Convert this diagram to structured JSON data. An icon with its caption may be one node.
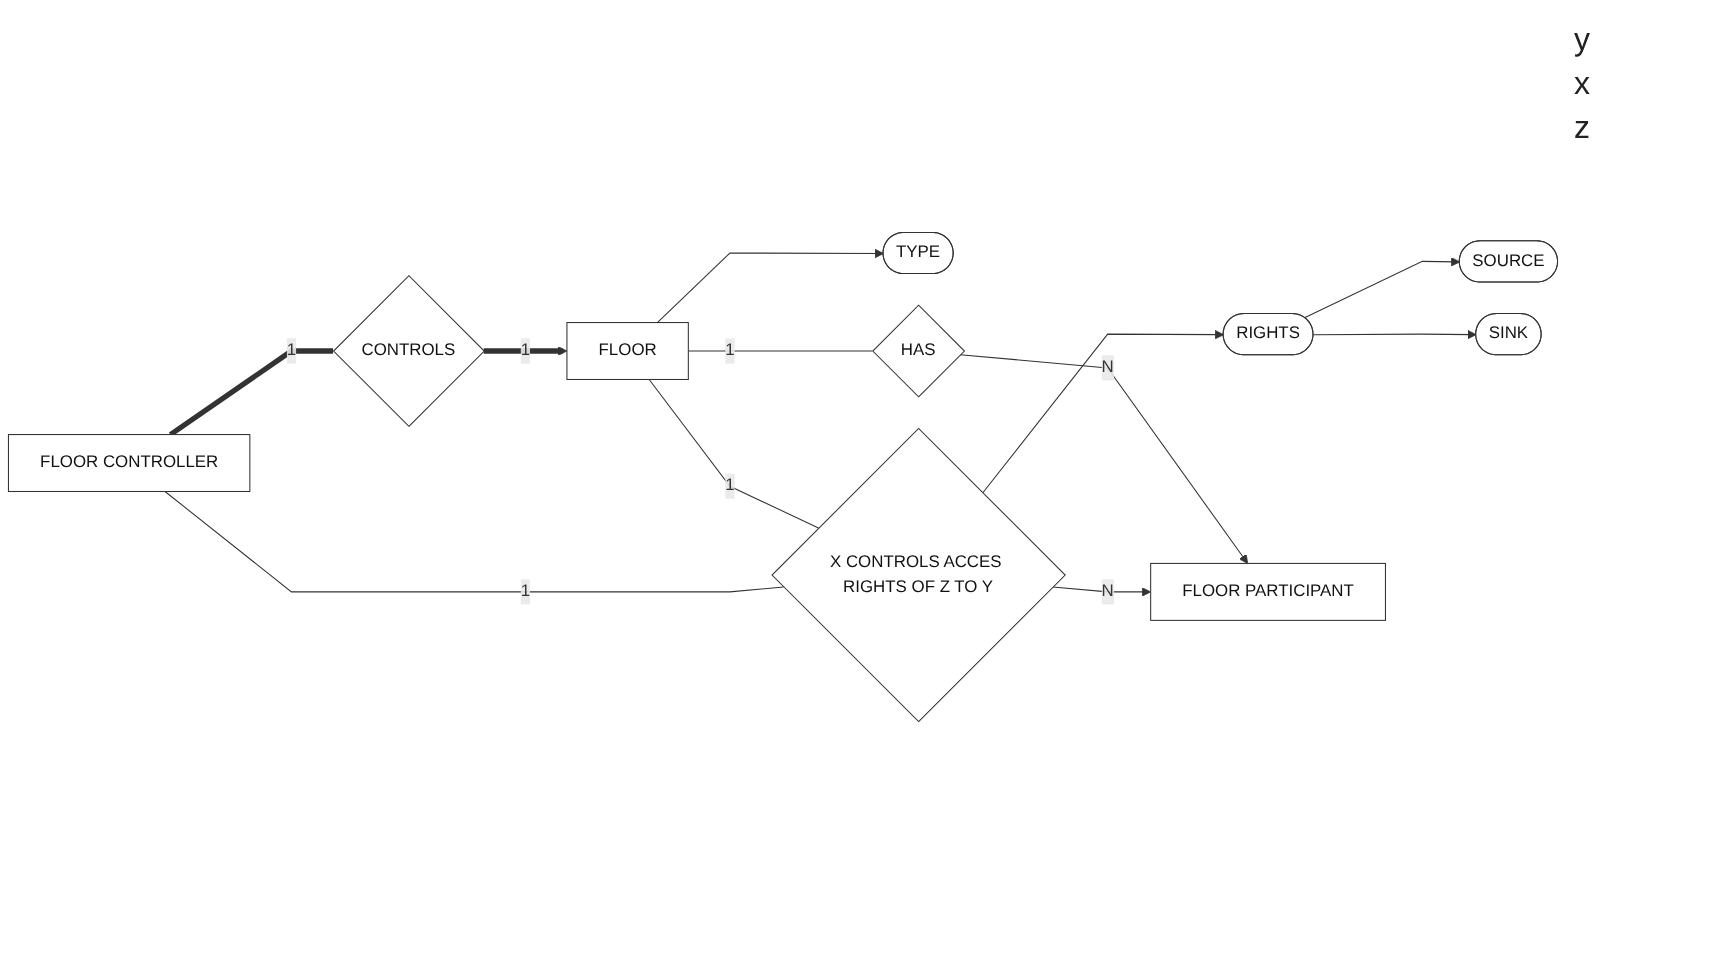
{
  "diagram": {
    "nodes": [
      {
        "text": [
          "TYPE"
        ]
      },
      {
        "text": [
          "FLOOR"
        ]
      },
      {
        "text": [
          "SOURCE"
        ]
      },
      {
        "text": [
          "SINK"
        ]
      },
      {
        "text": [
          "CONTROLS"
        ]
      },
      {
        "text": [
          "RIGHTS"
        ]
      },
      {
        "text": [
          "HAS"
        ]
      },
      {
        "text": [
          "FLOOR CONTROLLER"
        ]
      },
      {
        "text": [
          "X CONTROLS ACCES RIGHTS OF Z TO Y"
        ]
      },
      {
        "text": [
          "FLOOR PARTICIPANT"
        ]
      }
    ],
    "edges": [
      {
        "from": 1,
        "to": 0,
        "arrow": "to"
      },
      {
        "from": 4,
        "to": 1,
        "arrow": "to",
        "label": "1",
        "style": "thick"
      },
      {
        "from": 1,
        "to": 6,
        "arrow": "none",
        "label": "1"
      },
      {
        "from": 5,
        "to": 2,
        "arrow": "to"
      },
      {
        "from": 5,
        "to": 3,
        "arrow": "to"
      },
      {
        "from": 7,
        "to": 4,
        "arrow": "none",
        "label": "1",
        "style": "thick"
      },
      {
        "from": 1,
        "to": 8,
        "arrow": "none",
        "label": "1"
      },
      {
        "from": 8,
        "to": 5,
        "arrow": "to"
      },
      {
        "from": 6,
        "to": 9,
        "arrow": "to",
        "label": "N"
      },
      {
        "from": 7,
        "to": 8,
        "arrow": "none",
        "label": "1"
      },
      {
        "from": 8,
        "to": 9,
        "arrow": "to",
        "label": "N"
      }
    ],
    "labels": [
      "y",
      "x",
      "z"
    ]
  }
}
